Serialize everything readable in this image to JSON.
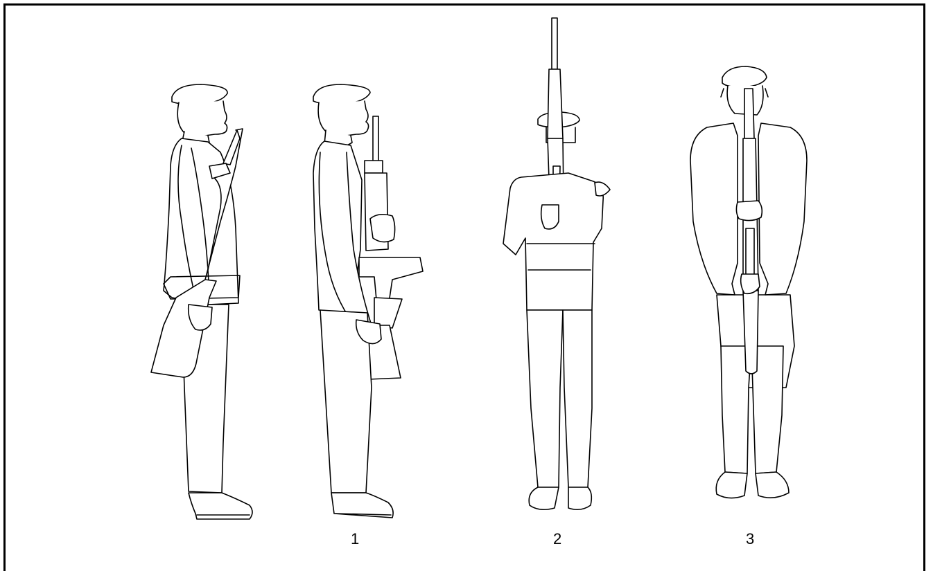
{
  "figures": [
    {
      "id": "initial",
      "step_label": ""
    },
    {
      "id": "step-1",
      "step_label": "1"
    },
    {
      "id": "step-2",
      "step_label": "2"
    },
    {
      "id": "step-3",
      "step_label": "3"
    }
  ]
}
